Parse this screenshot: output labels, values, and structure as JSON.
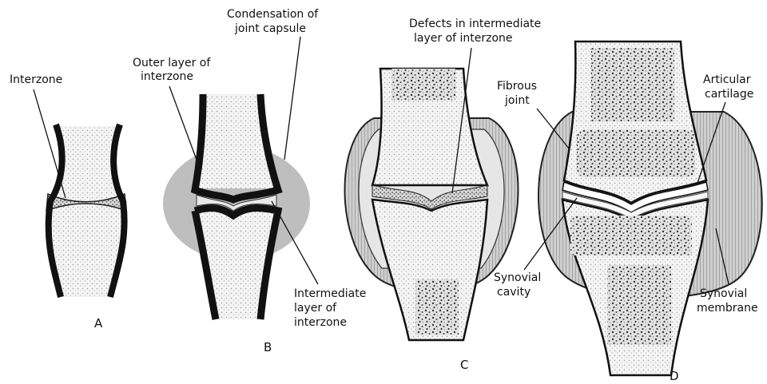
{
  "panels": {
    "a": {
      "letter": "A",
      "label_interzone": "Interzone"
    },
    "b": {
      "letter": "B",
      "label_outer_1": "Outer layer of",
      "label_outer_2": "interzone",
      "label_condensation_1": "Condensation of",
      "label_condensation_2": "joint capsule",
      "label_intermediate_1": "Intermediate",
      "label_intermediate_2": "layer of",
      "label_intermediate_3": "interzone"
    },
    "c": {
      "letter": "C",
      "label_defects_1": "Defects in intermediate",
      "label_defects_2": "layer of interzone"
    },
    "d": {
      "letter": "D",
      "label_fibrous_1": "Fibrous",
      "label_fibrous_2": "joint",
      "label_articular_1": "Articular",
      "label_articular_2": "cartilage",
      "label_synovial_cavity_1": "Synovial",
      "label_synovial_cavity_2": "cavity",
      "label_synovial_membrane_1": "Synovial",
      "label_synovial_membrane_2": "membrane"
    }
  },
  "colors": {
    "ink": "#111111",
    "stipple": "#c9c9c9",
    "capsule_gray": "#a9a9a9",
    "bone_dark": "#3a3a3a"
  }
}
